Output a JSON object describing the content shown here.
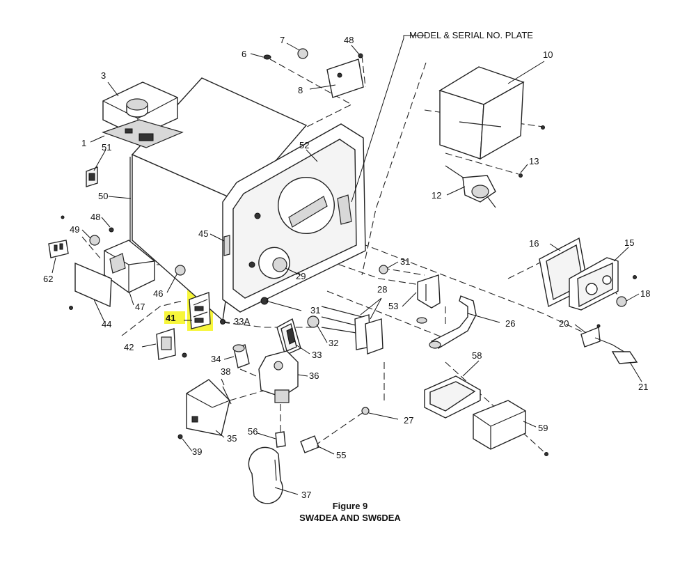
{
  "plate_label": "MODEL & SERIAL NO. PLATE",
  "caption": {
    "figure": "Figure 9",
    "models": "SW4DEA AND SW6DEA"
  },
  "highlight": {
    "part": "41",
    "color": "#f6f526"
  },
  "parts": {
    "p1": "1",
    "p3": "3",
    "p6": "6",
    "p7": "7",
    "p8": "8",
    "p10": "10",
    "p12": "12",
    "p13": "13",
    "p15": "15",
    "p16": "16",
    "p18": "18",
    "p20": "20",
    "p21": "21",
    "p26": "26",
    "p27": "27",
    "p28": "28",
    "p29": "29",
    "p31a": "31",
    "p31b": "31",
    "p32": "32",
    "p33": "33",
    "p33a": "33A",
    "p34": "34",
    "p35": "35",
    "p36": "36",
    "p37": "37",
    "p38": "38",
    "p39": "39",
    "p41": "41",
    "p42": "42",
    "p44": "44",
    "p45": "45",
    "p46": "46",
    "p47": "47",
    "p48a": "48",
    "p48b": "48",
    "p49": "49",
    "p50": "50",
    "p51": "51",
    "p52": "52",
    "p53": "53",
    "p55": "55",
    "p56": "56",
    "p58": "58",
    "p59": "59",
    "p62": "62"
  }
}
